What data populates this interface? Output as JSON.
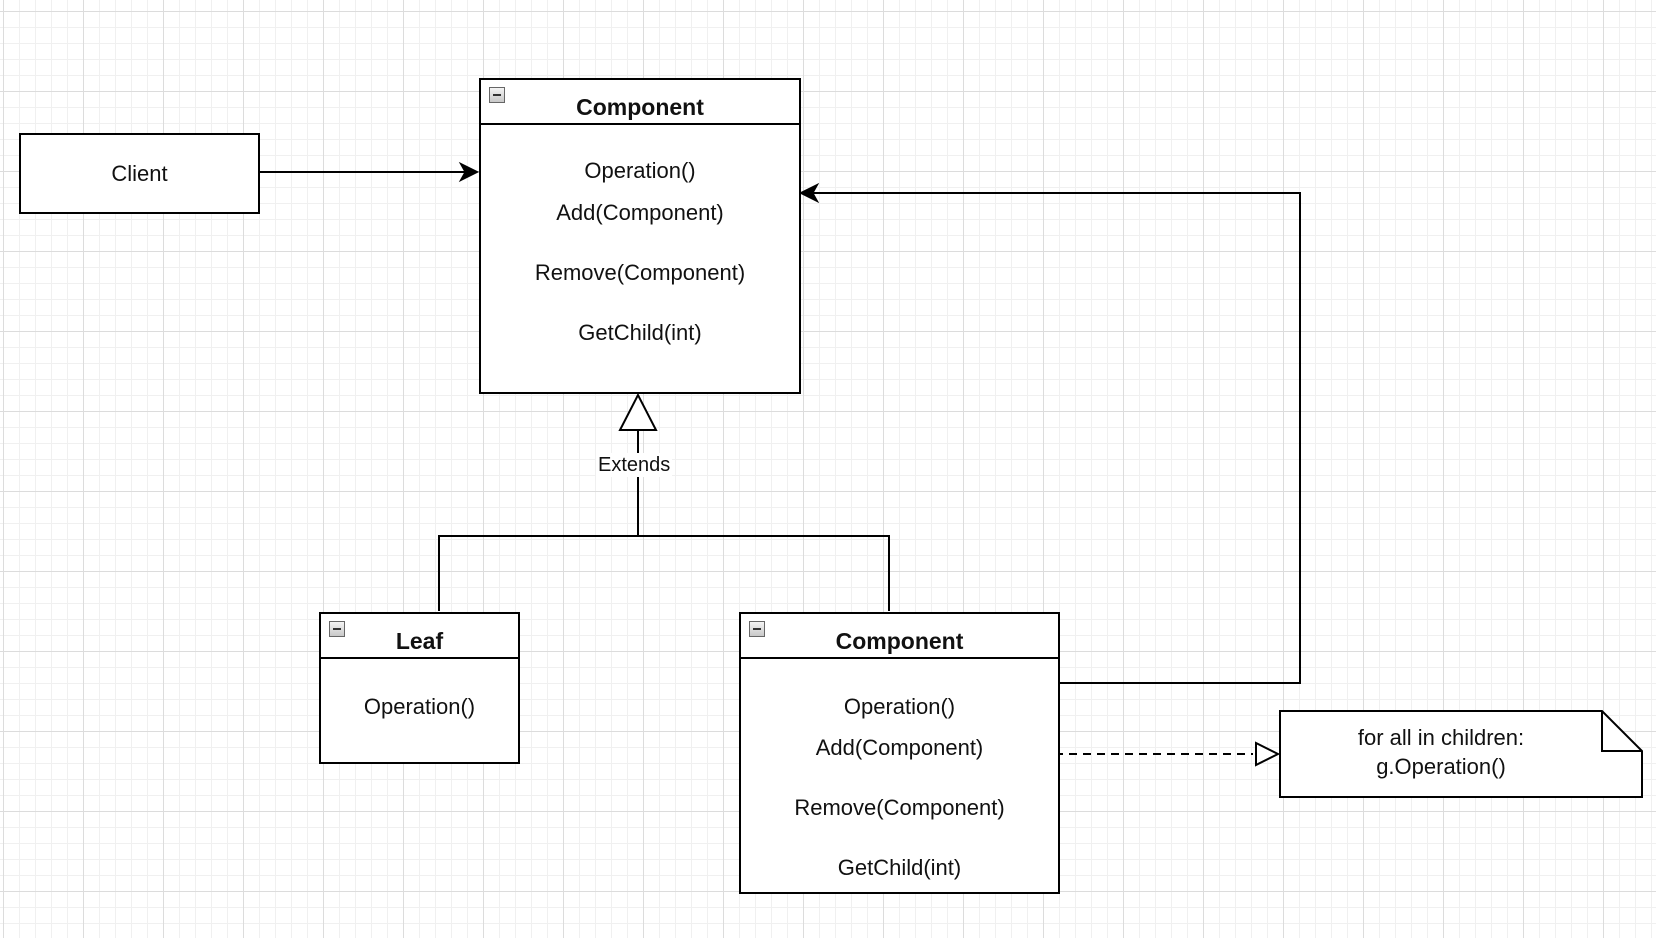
{
  "diagram": {
    "client": {
      "label": "Client"
    },
    "component_top": {
      "title": "Component",
      "methods": [
        "Operation()",
        "Add(Component)",
        "Remove(Component)",
        "GetChild(int)"
      ]
    },
    "leaf": {
      "title": "Leaf",
      "methods": [
        "Operation()"
      ]
    },
    "component_bottom": {
      "title": "Component",
      "methods": [
        "Operation()",
        "Add(Component)",
        "Remove(Component)",
        "GetChild(int)"
      ]
    },
    "extends_label": "Extends",
    "note": {
      "lines": [
        "for all in children:",
        "g.Operation()"
      ]
    }
  }
}
